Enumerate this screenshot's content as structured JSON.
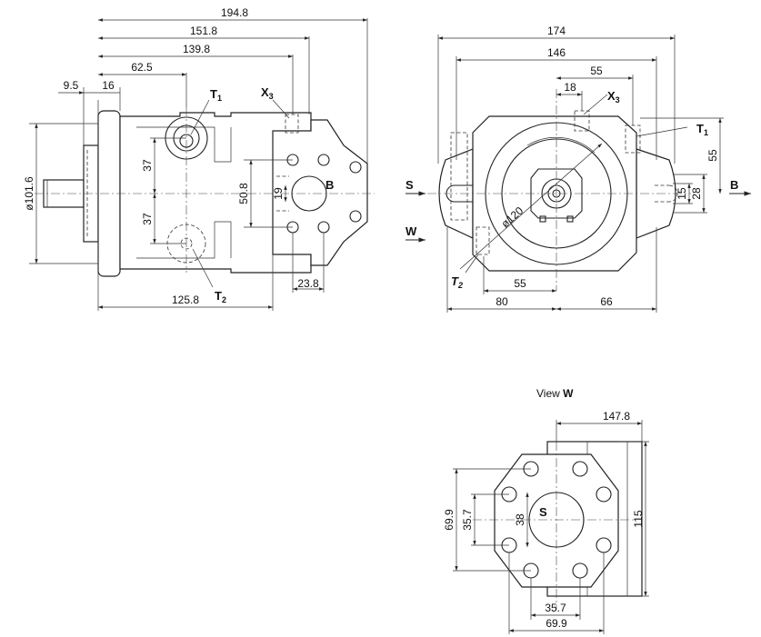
{
  "labels": {
    "t1": "T",
    "t1_sub": "1",
    "t2": "T",
    "t2_sub": "2",
    "x3": "X",
    "x3_sub": "3",
    "b": "B",
    "s": "S",
    "w": "W",
    "view_w_prefix": "View ",
    "view_w_letter": "W"
  },
  "dims_left": {
    "d194_8": "194.8",
    "d151_8": "151.8",
    "d139_8": "139.8",
    "d62_5": "62.5",
    "d9_5": "9.5",
    "d16": "16",
    "d101_6": "ø101.6",
    "d37a": "37",
    "d37b": "37",
    "d50_8": "50.8",
    "d19": "19",
    "d23_8": "23.8",
    "d125_8": "125.8"
  },
  "dims_right": {
    "d174": "174",
    "d146": "146",
    "d55_top": "55",
    "d18": "18",
    "d55_side": "55",
    "d15": "15",
    "d28": "28",
    "d120": "ø120",
    "d55_bottom": "55",
    "d80": "80",
    "d66": "66"
  },
  "dims_view": {
    "d147_8": "147.8",
    "d69_9_v": "69.9",
    "d35_7_v": "35.7",
    "d38": "38",
    "d115": "115",
    "d35_7_h": "35.7",
    "d69_9_h": "69.9"
  }
}
